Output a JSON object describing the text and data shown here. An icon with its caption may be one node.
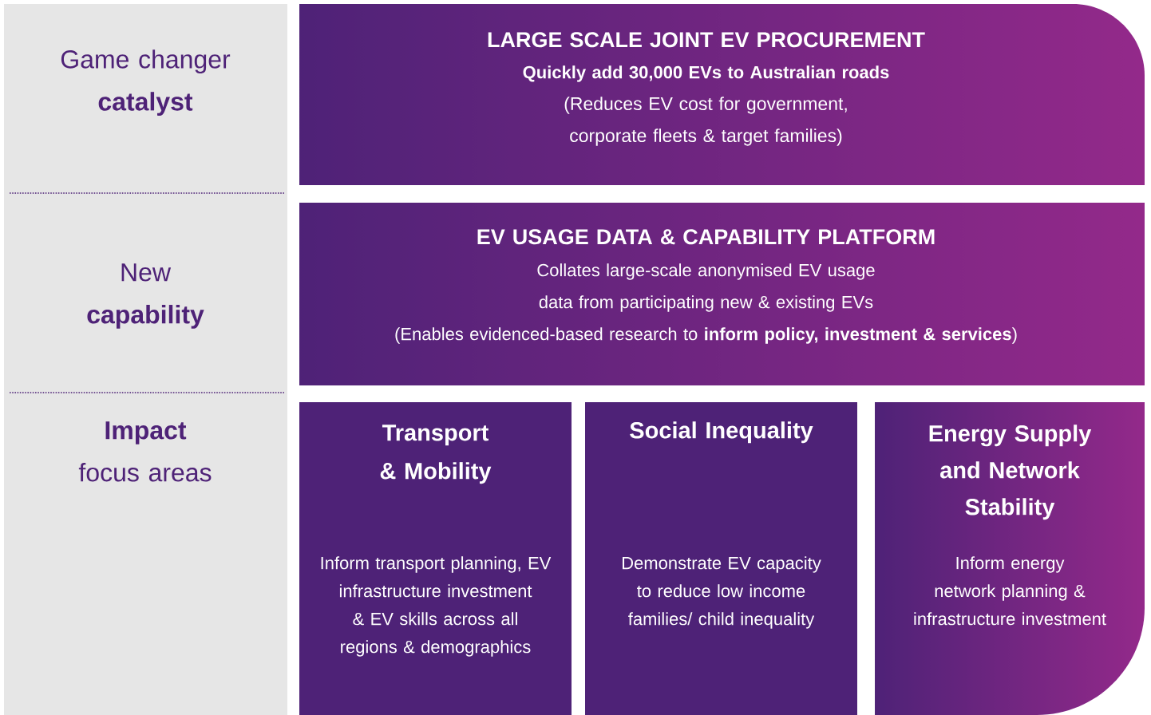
{
  "diagram": {
    "nodes": [
      {
        "text": [
          "LARGE SCALE JOINT EV PROCUREMENT",
          "Quickly add 30,000 EVs to Australian roads",
          "(Reduces EV cost for government, corporate fleets & target families)"
        ]
      },
      {
        "text": [
          "EV USAGE DATA & CAPABILITY PLATFORM",
          "Collates large-scale anonymised EV usage data from participating new & existing EVs",
          "(Enables evidenced-based research to **inform policy, investment & services**)"
        ]
      },
      {
        "text": [
          "Transport & Mobility",
          "Inform transport planning, EV infrastructure investment & EV skills across all regions & demographics"
        ]
      },
      {
        "text": [
          "Social Inequality",
          "Demonstrate EV capacity to reduce low income families/ child inequality"
        ]
      },
      {
        "text": [
          "Energy Supply and Network Stability",
          "Inform energy network planning & infrastructure investment"
        ]
      }
    ],
    "labels": [
      "Game changer **catalyst**",
      "New **capability**",
      "**Impact** focus areas"
    ]
  }
}
